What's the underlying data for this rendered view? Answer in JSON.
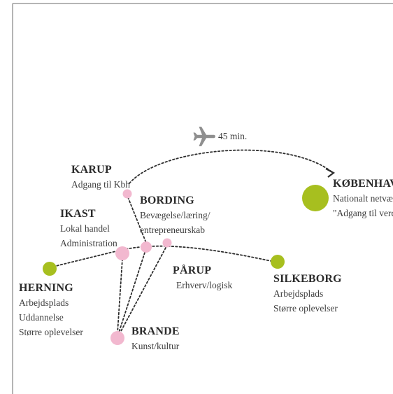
{
  "colors": {
    "border": "#6b6b6b",
    "line": "#2e2e2e",
    "pink": "#f2b8cf",
    "green": "#a7bf1f",
    "plane": "#8f8f8f"
  },
  "flight": {
    "icon": "airplane-icon",
    "time": "45 min."
  },
  "cities": {
    "karup": {
      "name": "KARUP",
      "lines": [
        "Adgang til Kbh"
      ]
    },
    "bording": {
      "name": "BORDING",
      "lines": [
        "Bevægelse/læring/",
        "entrepreneurskab"
      ]
    },
    "ikast": {
      "name": "IKAST",
      "lines": [
        "Lokal handel",
        "Administration"
      ]
    },
    "herning": {
      "name": "HERNING",
      "lines": [
        "Arbejdsplads",
        "Uddannelse",
        "Større oplevelser"
      ]
    },
    "paarup": {
      "name": "PÅRUP",
      "lines": [
        "Erhverv/logisk"
      ]
    },
    "silkeborg": {
      "name": "SILKEBORG",
      "lines": [
        "Arbejdsplads",
        "Større oplevelser"
      ]
    },
    "brande": {
      "name": "BRANDE",
      "lines": [
        "Kunst/kultur"
      ]
    },
    "koebenhavn": {
      "name": "KØBENHAVN",
      "lines": [
        "Nationalt netvæ",
        "\"Adgang til verd"
      ]
    }
  }
}
